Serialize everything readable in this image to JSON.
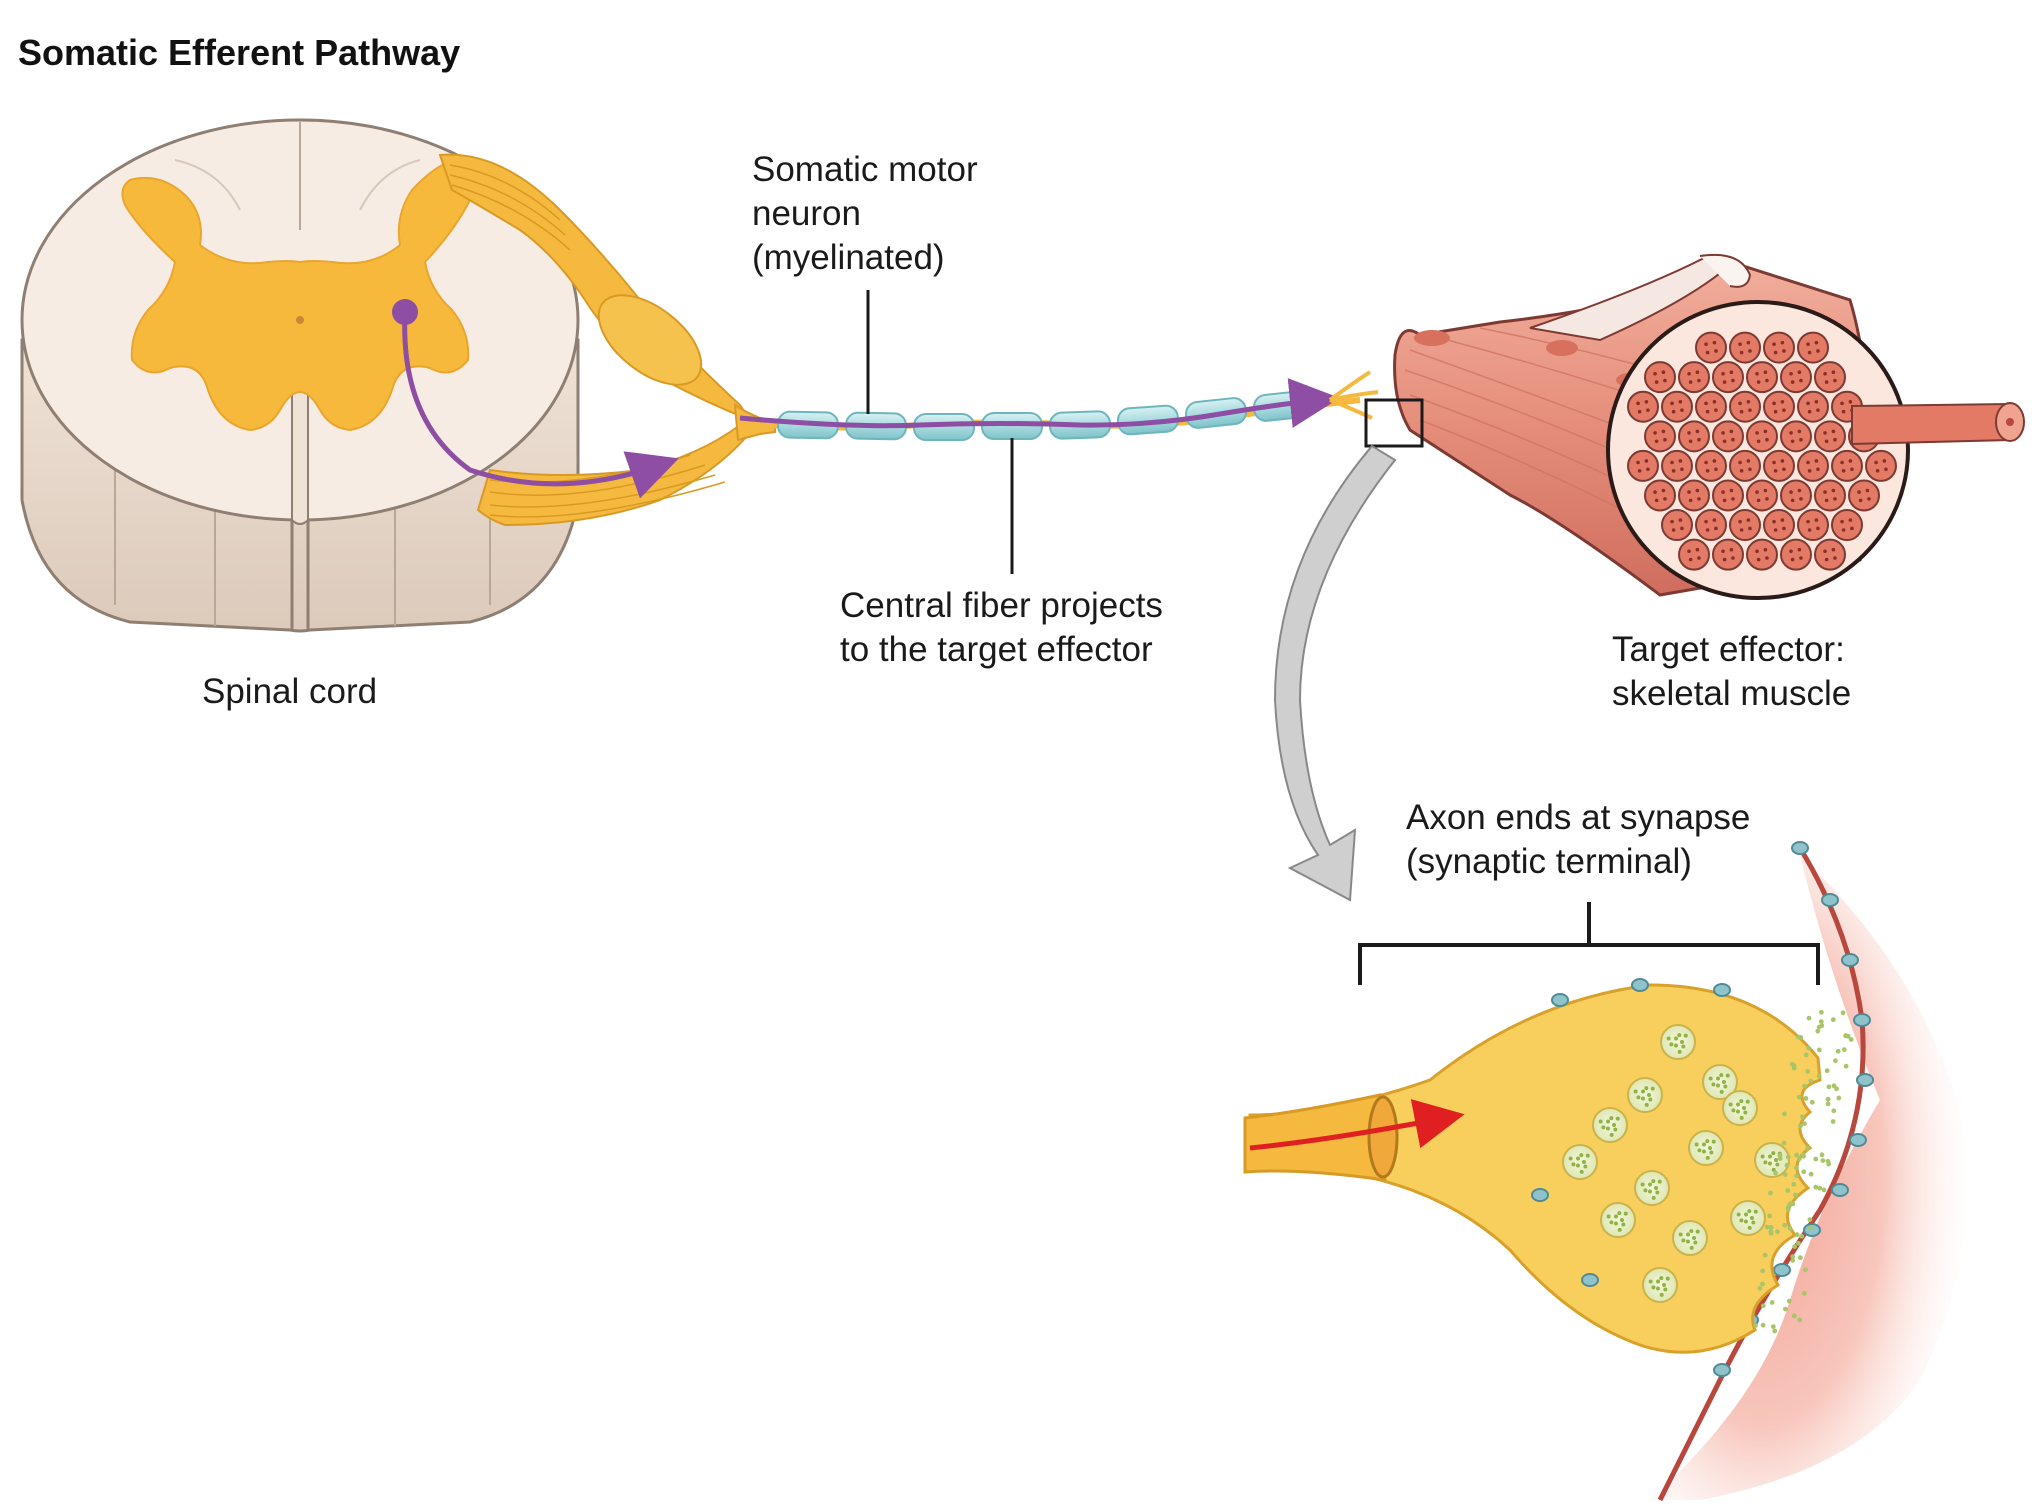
{
  "title": "Somatic Efferent Pathway",
  "labels": {
    "neuron": [
      "Somatic motor",
      "neuron",
      "(myelinated)"
    ],
    "fiber": [
      "Central fiber projects",
      "to the target effector"
    ],
    "spinal_cord": "Spinal cord",
    "effector": [
      "Target effector:",
      "skeletal muscle"
    ],
    "synapse": [
      "Axon ends at synapse",
      "(synaptic terminal)"
    ]
  },
  "colors": {
    "gray_matter": "#f6b93b",
    "white_matter": "#f7ece4",
    "cord_side": "#e6d6c9",
    "nerve": "#f4b93e",
    "myelin": "#a9dbe0",
    "axon": "#8e4ea3",
    "muscle": "#e58d7a",
    "muscle_dark": "#c5584d",
    "fascicle": "#e27a66",
    "terminal": "#f8cf5c",
    "vesicle": "#a9c56a",
    "signal_arrow": "#e02020",
    "callout": "#cccccc"
  }
}
